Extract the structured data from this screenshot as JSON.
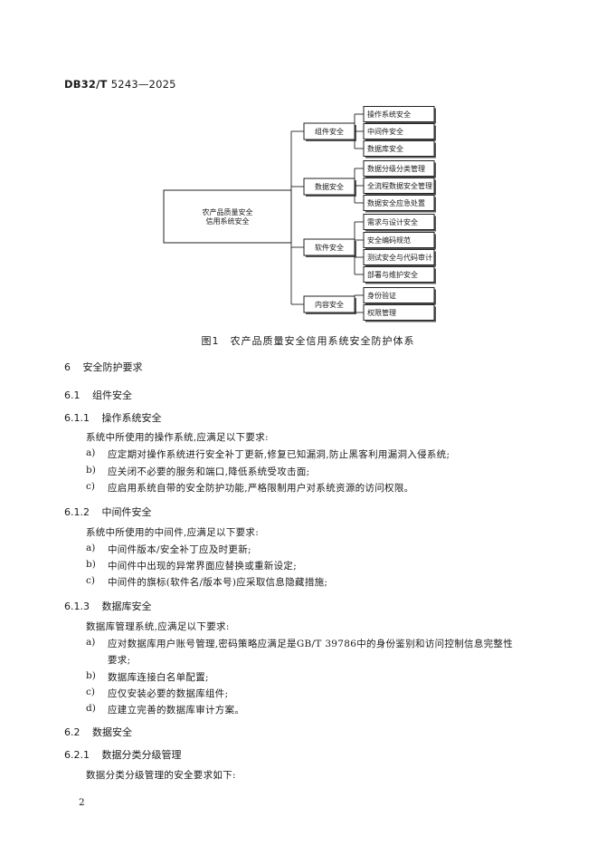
{
  "header": {
    "prefix": "DB32/T",
    "number": "5243—2025"
  },
  "figure": {
    "root": "农产品质量安全\n信用系统安全",
    "groups": [
      {
        "label": "组件安全",
        "items": [
          "操作系统安全",
          "中间件安全",
          "数据库安全"
        ]
      },
      {
        "label": "数据安全",
        "items": [
          "数据分级分类管理",
          "全流程数据安全管理",
          "数据安全应急处置"
        ]
      },
      {
        "label": "软件安全",
        "items": [
          "需求与设计安全",
          "安全编码规范",
          "测试安全与代码审计",
          "部署与维护安全"
        ]
      },
      {
        "label": "内容安全",
        "items": [
          "身份验证",
          "权限管理"
        ]
      }
    ],
    "caption": "图1　农产品质量安全信用系统安全防护体系"
  },
  "sections": {
    "s6": {
      "num": "6",
      "title": "安全防护要求"
    },
    "s61": {
      "num": "6.1",
      "title": "组件安全"
    },
    "s611": {
      "num": "6.1.1",
      "title": "操作系统安全",
      "intro": "系统中所使用的操作系统,应满足以下要求:",
      "items": [
        {
          "m": "a)",
          "t": "应定期对操作系统进行安全补丁更新,修复已知漏洞,防止黑客利用漏洞入侵系统;"
        },
        {
          "m": "b)",
          "t": "应关闭不必要的服务和端口,降低系统受攻击面;"
        },
        {
          "m": "c)",
          "t": "应启用系统自带的安全防护功能,严格限制用户对系统资源的访问权限。"
        }
      ]
    },
    "s612": {
      "num": "6.1.2",
      "title": "中间件安全",
      "intro": "系统中所使用的中间件,应满足以下要求:",
      "items": [
        {
          "m": "a)",
          "t": "中间件版本/安全补丁应及时更新;"
        },
        {
          "m": "b)",
          "t": "中间件中出现的异常界面应替换或重新设定;"
        },
        {
          "m": "c)",
          "t": "中间件的旗标(软件名/版本号)应采取信息隐藏措施;"
        }
      ]
    },
    "s613": {
      "num": "6.1.3",
      "title": "数据库安全",
      "intro": "数据库管理系统,应满足以下要求:",
      "items": [
        {
          "m": "a)",
          "t": "应对数据库用户账号管理,密码策略应满足是GB/T 39786中的身份鉴别和访问控制信息完整性",
          "t2": "要求;"
        },
        {
          "m": "b)",
          "t": "数据库连接白名单配置;"
        },
        {
          "m": "c)",
          "t": "应仅安装必要的数据库组件;"
        },
        {
          "m": "d)",
          "t": "应建立完善的数据库审计方案。"
        }
      ]
    },
    "s62": {
      "num": "6.2",
      "title": "数据安全"
    },
    "s621": {
      "num": "6.2.1",
      "title": "数据分类分级管理",
      "intro": "数据分类分级管理的安全要求如下:"
    }
  },
  "page_number": "2"
}
